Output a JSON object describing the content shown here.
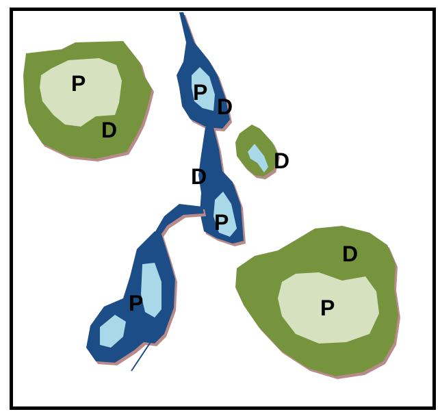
{
  "colors": {
    "green_outer": "#74943c",
    "green_inner": "#d6e2bf",
    "blue_outer": "#1f4e86",
    "blue_inner": "#a9d8e8",
    "shadow": "#b98a8a",
    "frame": "#000000"
  },
  "legend_letters": {
    "pool": "P",
    "drainage": "D"
  },
  "regions": {
    "top_left": {
      "pool": "P",
      "drainage": "D"
    },
    "top_center": {
      "pool": "P",
      "drainage": "D"
    },
    "small_center": {
      "drainage": "D"
    },
    "middle_center": {
      "drainage": "D",
      "pool": "P"
    },
    "lower_left": {
      "pool": "P"
    },
    "bottom_right": {
      "drainage": "D",
      "pool": "P"
    }
  }
}
